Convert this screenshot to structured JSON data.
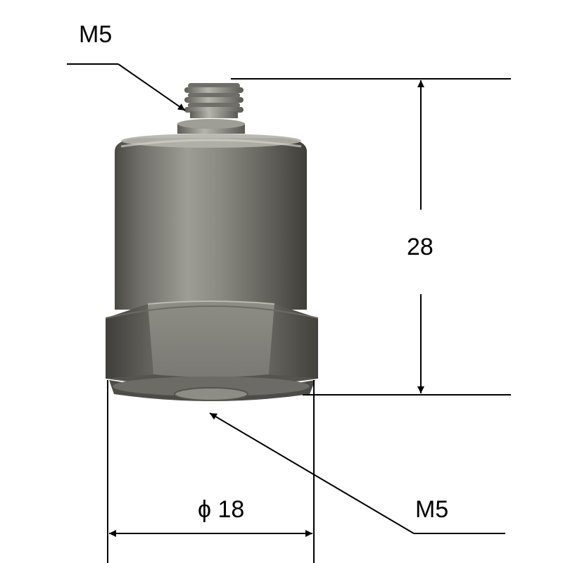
{
  "labels": {
    "top_thread": "M5",
    "height": "28",
    "diameter": "ϕ 18",
    "bottom_thread": "M5"
  },
  "colors": {
    "line": "#000000",
    "metal_dark": "#3e3d38",
    "metal_mid": "#77766f",
    "metal_light": "#a7a69f"
  }
}
